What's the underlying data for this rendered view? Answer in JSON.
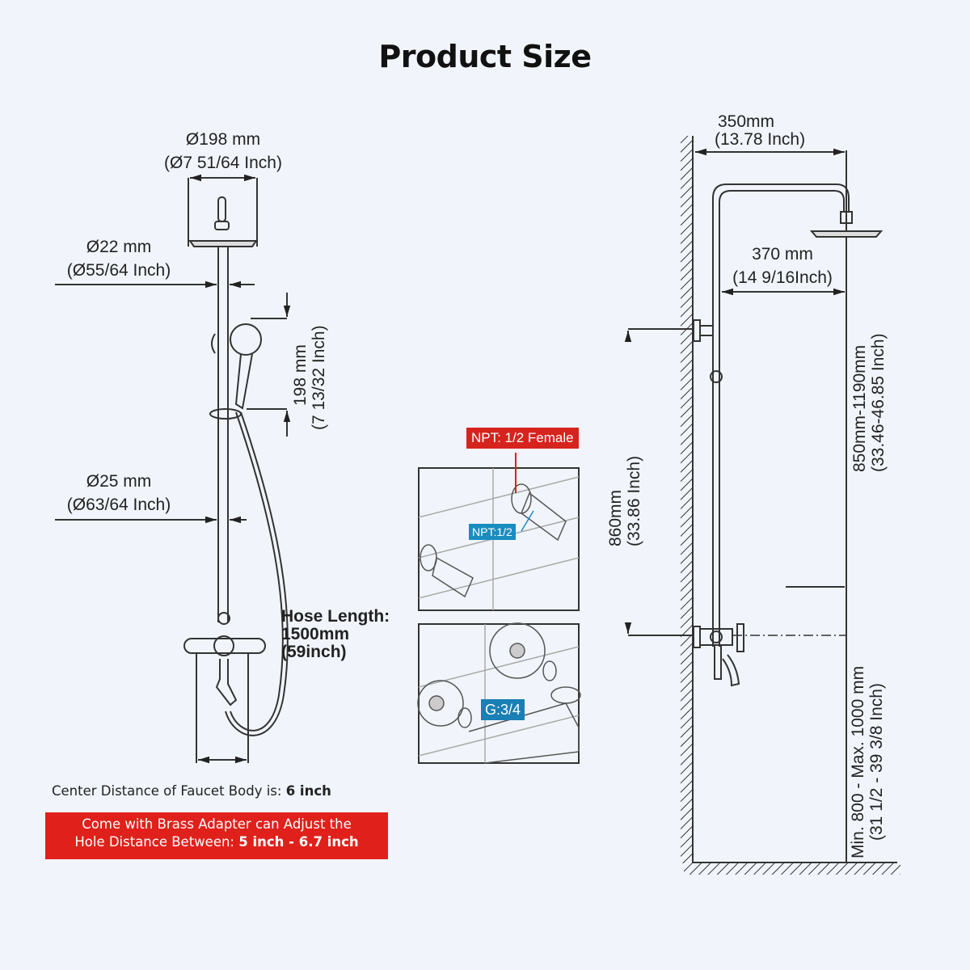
{
  "title": "Product Size",
  "left_diagram": {
    "head_diameter": {
      "mm": "Ø198 mm",
      "inch": "(Ø7 51/64 Inch)"
    },
    "upper_pipe_diameter": {
      "mm": "Ø22 mm",
      "inch": "(Ø55/64 Inch)"
    },
    "hand_shower_length": {
      "mm": "198 mm",
      "inch": "(7 13/32 Inch)"
    },
    "lower_pipe_diameter": {
      "mm": "Ø25 mm",
      "inch": "(Ø63/64 Inch)"
    },
    "hose": {
      "line1": "Hose Length:",
      "line2": "1500mm",
      "line3": "(59inch)"
    }
  },
  "notes": {
    "center_distance_prefix": "Center Distance of Faucet Body is: ",
    "center_distance_value": "6 inch",
    "adapter_line1": "Come with Brass Adapter can Adjust the",
    "adapter_line2_prefix": "Hole Distance Between: ",
    "adapter_line2_value": "5 inch - 6.7 inch",
    "adapter_color": "#e0211b"
  },
  "connectors": {
    "npt_female": {
      "label": "NPT: 1/2 Female",
      "color": "#d7231d"
    },
    "npt": {
      "label": "NPT:1/2",
      "color": "#1a8dc0"
    },
    "g34": {
      "label": "G:3/4",
      "color": "#1a7fb4"
    }
  },
  "right_diagram": {
    "arm_reach": {
      "mm": "350mm",
      "inch": "(13.78 Inch)"
    },
    "head_offset": {
      "mm": "370 mm",
      "inch": "(14 9/16Inch)"
    },
    "bracket_to_valve": {
      "mm": "860mm",
      "inch": "(33.86 Inch)"
    },
    "adjustable_height": {
      "mm": "850mm-1190mm",
      "inch": "(33.46-46.85 Inch)"
    },
    "valve_height": {
      "mm": "Min. 800 - Max. 1000 mm",
      "inch": "(31 1/2 - 39 3/8 Inch)"
    }
  }
}
